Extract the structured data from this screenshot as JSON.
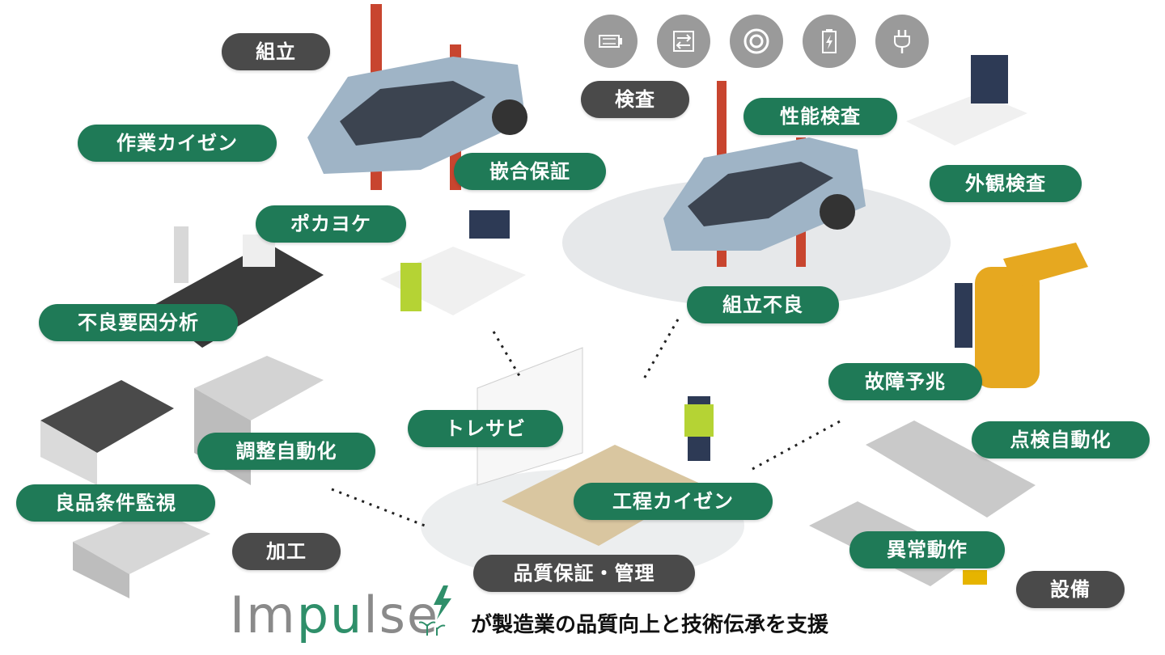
{
  "categories": {
    "assembly": "組立",
    "inspection": "検査",
    "processing": "加工",
    "equipment": "設備",
    "qa": "品質保証・管理"
  },
  "tags": {
    "work_kaizen": "作業カイゼン",
    "fitting_assurance": "嵌合保証",
    "pokayoke": "ポカヨケ",
    "performance_inspection": "性能検査",
    "visual_inspection": "外観検査",
    "assembly_defect": "組立不良",
    "defect_cause_analysis": "不良要因分析",
    "adjustment_automation": "調整自動化",
    "good_condition_monitoring": "良品条件監視",
    "traceability": "トレサビ",
    "process_kaizen": "工程カイゼン",
    "failure_sign": "故障予兆",
    "inspection_automation": "点検自動化",
    "abnormal_operation": "異常動作"
  },
  "top_icons": [
    "battery-cell-icon",
    "cycle-icon",
    "ring-icon",
    "battery-charge-icon",
    "plug-icon"
  ],
  "footer": {
    "logo_text_1": "Im",
    "logo_text_2": "pu",
    "logo_text_3": "lse",
    "tagline": "が製造業の品質向上と技術伝承を支援"
  },
  "colors": {
    "pill_green": "#1f7a57",
    "pill_gray": "#4a4a4a",
    "icon_gray": "#9a9a9a",
    "accent": "#2f8f6a"
  }
}
